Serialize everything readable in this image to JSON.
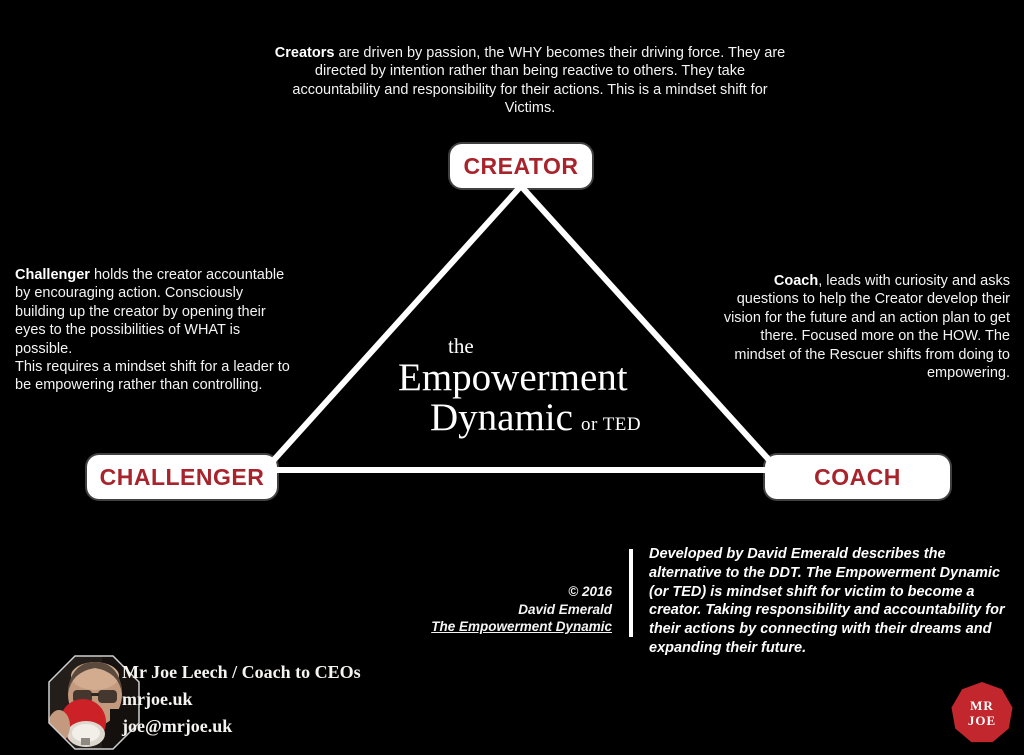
{
  "top_note": {
    "bold": "Creators",
    "text": " are driven by passion, the WHY becomes their driving force. They are directed by intention rather than being reactive to others. They take accountability and responsibility for their actions. This is a mindset shift for Victims."
  },
  "left_note": {
    "bold": "Challenger",
    "text": " holds the creator accountable by encouraging action. Consciously building up the creator by opening their eyes to the possibilities of WHAT is possible.",
    "text2": "This requires a mindset shift for a leader to be empowering rather than controlling."
  },
  "right_note": {
    "bold": "Coach",
    "text": ", leads with curiosity and asks questions to help the Creator develop their vision for the future and an action plan to get there. Focused more on the HOW. The mindset of the Rescuer shifts from doing to empowering."
  },
  "triangle": {
    "title_prefix": "the",
    "title_line1": "Empowerment",
    "title_line2": "Dynamic",
    "title_suffix": "or TED",
    "nodes": {
      "creator": "CREATOR",
      "challenger": "CHALLENGER",
      "coach": "COACH"
    }
  },
  "credit": {
    "line1": "© 2016",
    "line2": "David Emerald",
    "line3": "The Empowerment Dynamic"
  },
  "description": "Developed by David Emerald describes the alternative to the DDT. The Empowerment Dynamic (or TED) is mindset shift for victim to become a creator. Taking responsibility and accountability for their actions by connecting with their dreams and expanding their future.",
  "footer": {
    "name_role": "Mr Joe Leech / Coach to CEOs",
    "website": "mrjoe.uk",
    "email": "joe@mrjoe.uk",
    "logo_line1": "MR",
    "logo_line2": "JOE"
  },
  "colors": {
    "background": "#000000",
    "text_white": "#f4f4f4",
    "label_red": "#a8242c",
    "logo_red": "#c1272d",
    "node_background": "#ffffff",
    "triangle_line": "#ffffff"
  }
}
